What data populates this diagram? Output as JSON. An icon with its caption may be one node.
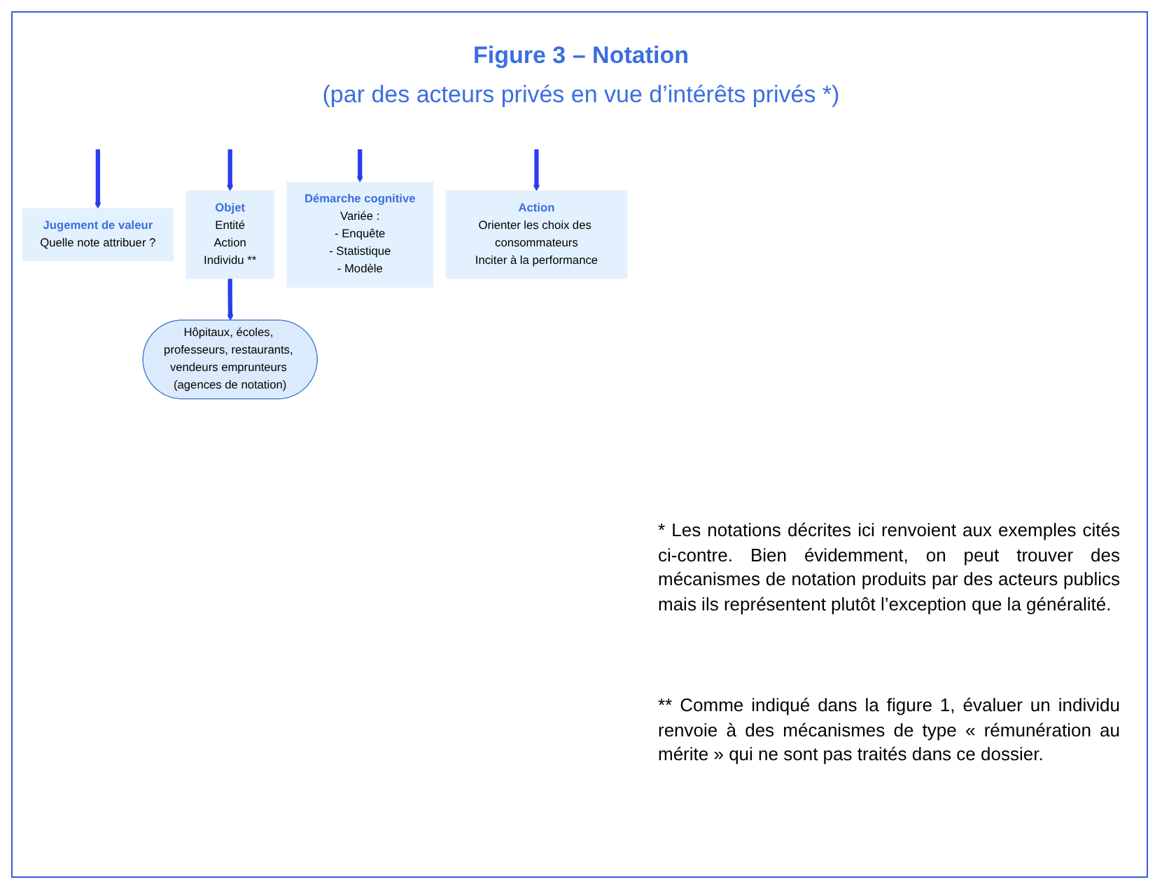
{
  "diagram": {
    "title": "Figure 3 – Notation",
    "nodes": [
      {
        "text": [
          "Jugement de valeur",
          "Quelle note attribuer ?"
        ]
      },
      {
        "text": [
          "Objet",
          "Entité",
          "Action",
          "Individu **"
        ]
      },
      {
        "text": [
          "Démarche cognitive",
          "Variée :",
          "- Enquête",
          "- Statistique",
          "- Modèle"
        ]
      },
      {
        "text": [
          "Action",
          "Orienter les choix des consommateurs",
          "Inciter à la performance"
        ]
      },
      {
        "text": [
          "Hôpitaux, écoles, professeurs, restaurants, vendeurs emprunteurs (agences de notation)"
        ]
      }
    ],
    "edges": [
      {
        "from": null,
        "to": 0,
        "arrow": "to"
      },
      {
        "from": null,
        "to": 1,
        "arrow": "to"
      },
      {
        "from": null,
        "to": 2,
        "arrow": "to"
      },
      {
        "from": null,
        "to": 3,
        "arrow": "to"
      },
      {
        "from": 1,
        "to": 4,
        "arrow": "to"
      }
    ],
    "labels": [
      "(par des acteurs privés en vue d’intérêts privés *)",
      "* Les notations décrites ici renvoient aux exemples cités ci-contre. Bien évidemment, on peut trouver des mécanismes de notation produits par des acteurs publics mais ils représentent plutôt l’exception que la généralité.",
      "** Comme indiqué dans la figure 1, évaluer un individu renvoie à des mécanismes de type « rémunération au mérite » qui ne sont pas traités dans ce dossier."
    ]
  }
}
